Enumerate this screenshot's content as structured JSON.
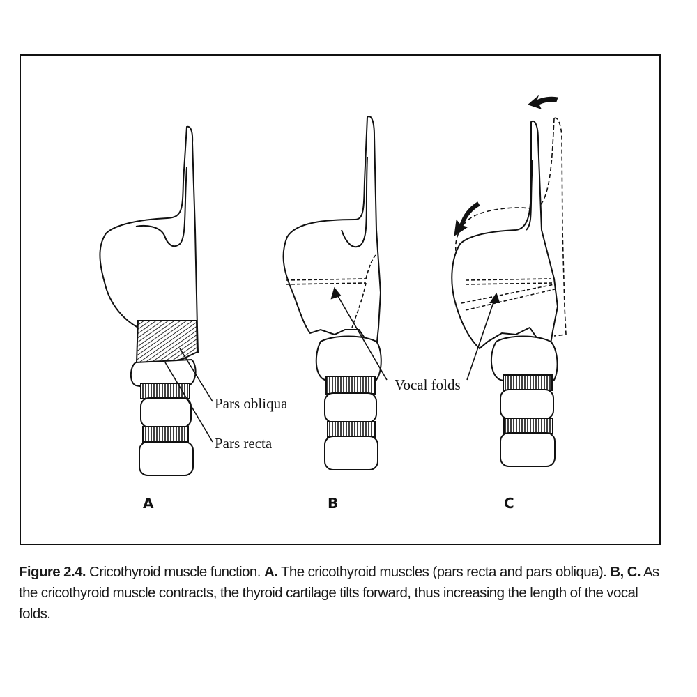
{
  "figure": {
    "panels": [
      {
        "id": "A",
        "label": "A"
      },
      {
        "id": "B",
        "label": "B"
      },
      {
        "id": "C",
        "label": "C"
      }
    ],
    "annotations": {
      "pars_obliqua": "Pars obliqua",
      "pars_recta": "Pars recta",
      "vocal_folds": "Vocal folds"
    }
  },
  "caption": {
    "figure_number": "Figure 2.4.",
    "title": "Cricothyroid muscle function.",
    "part_a_label": "A.",
    "part_a_text": "The cricothyroid muscles (pars recta and pars obliqua).",
    "part_bc_label": "B, C.",
    "part_bc_text": "As the cricothyroid muscle contracts, the thyroid cartilage tilts forward, thus increasing the length of the vocal folds."
  }
}
